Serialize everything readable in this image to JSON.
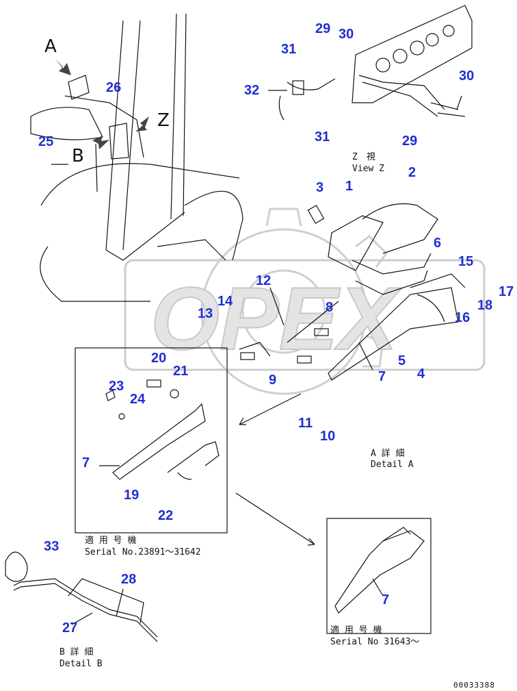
{
  "colors": {
    "callout": "#1f2fd0",
    "line": "#111111",
    "watermark": "#d4d4d4"
  },
  "letters": {
    "a": "A",
    "b": "B",
    "z": "Z"
  },
  "watermark": "OPEX",
  "view_z": {
    "jp": "Z　視",
    "en": "View Z"
  },
  "detail_a": {
    "jp": "A 詳 細",
    "en": "Detail A"
  },
  "detail_b": {
    "jp": "B 詳 細",
    "en": "Detail B"
  },
  "serial_1": {
    "jp": "適 用 号 機",
    "en": "Serial No.23891～31642"
  },
  "serial_2": {
    "jp": "適 用 号 機",
    "en": "Serial No 31643～"
  },
  "drawing_code": "00033388",
  "callouts": {
    "c1": "1",
    "c2": "2",
    "c3": "3",
    "c4": "4",
    "c5": "5",
    "c6": "6",
    "c7a": "7",
    "c7b": "7",
    "c7c": "7",
    "c8": "8",
    "c9": "9",
    "c10": "10",
    "c11": "11",
    "c12": "12",
    "c13": "13",
    "c14": "14",
    "c15": "15",
    "c16": "16",
    "c17": "17",
    "c18": "18",
    "c19": "19",
    "c20": "20",
    "c21": "21",
    "c22": "22",
    "c23": "23",
    "c24": "24",
    "c25": "25",
    "c26": "26",
    "c27": "27",
    "c28": "28",
    "c29a": "29",
    "c29b": "29",
    "c30a": "30",
    "c30b": "30",
    "c31a": "31",
    "c31b": "31",
    "c32": "32",
    "c33": "33"
  }
}
